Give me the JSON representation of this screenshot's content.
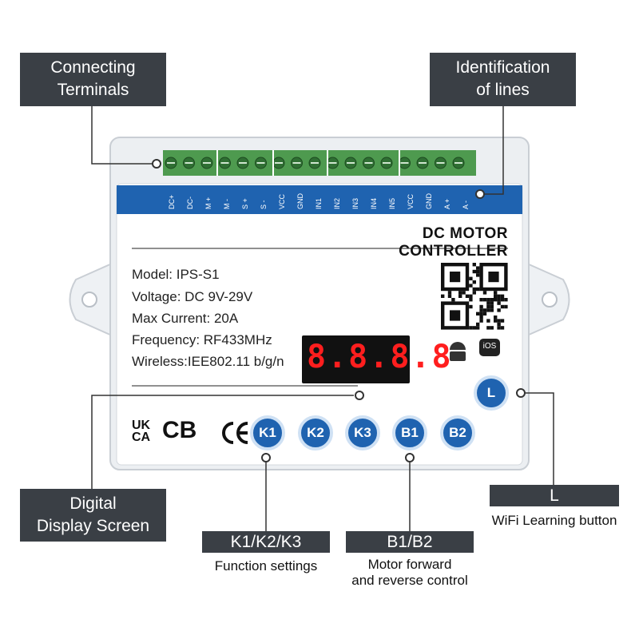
{
  "callouts": {
    "terminals": [
      "Connecting",
      "Terminals"
    ],
    "identification": [
      "Identification",
      "of lines"
    ],
    "display": [
      "Digital",
      "Display Screen"
    ],
    "k_buttons": "K1/K2/K3",
    "b_buttons": "B1/B2",
    "l_button": "L"
  },
  "captions": {
    "k_buttons": "Function settings",
    "b_buttons": [
      "Motor forward",
      "and reverse control"
    ],
    "l_button": "WiFi Learning button"
  },
  "device": {
    "title": "DC MOTOR CONTROLLER",
    "pins": [
      "DC+",
      "DC-",
      "M +",
      "M -",
      "S +",
      "S -",
      "VCC",
      "GND",
      "IN1",
      "IN2",
      "IN3",
      "IN4",
      "IN5",
      "VCC",
      "GND",
      "A +",
      "A -"
    ],
    "specs": [
      "Model: IPS-S1",
      "Voltage: DC 9V-29V",
      "Max Current: 20A",
      "Frequency: RF433MHz",
      "Wireless:IEE802.11 b/g/n"
    ],
    "display_value": "8.8.8.8",
    "buttons": [
      "K1",
      "K2",
      "K3",
      "B1",
      "B2"
    ],
    "l_button": "L",
    "ios_badge": "iOS",
    "certs": [
      "UK",
      "CA",
      "CB",
      "CE"
    ]
  },
  "colors": {
    "callout_bg": "#3a3f45",
    "pin_strip": "#1f63b0",
    "button_blue": "#1f63b0",
    "terminal_green": "#4e9a4f",
    "display_red": "#ff1e1e"
  }
}
